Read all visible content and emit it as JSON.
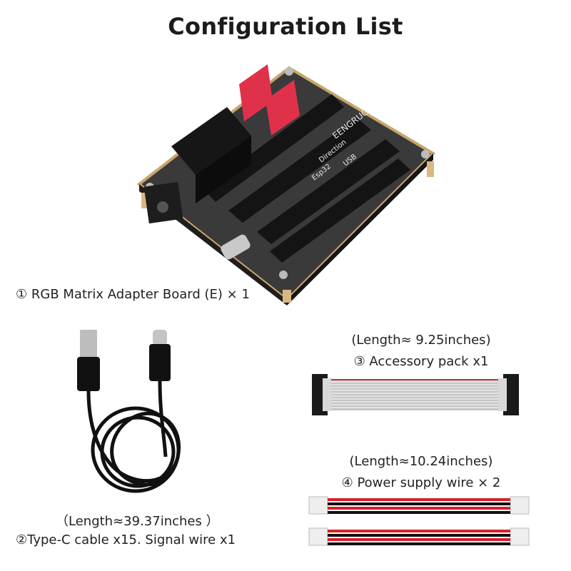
{
  "title": "Configuration List",
  "items": [
    {
      "caption": "① RGB Matrix Adapter Board (E) × 1"
    },
    {
      "length": "（Length≈39.37inches ）",
      "caption": "②Type-C cable x15. Signal wire x1"
    },
    {
      "length": "(Length≈ 9.25inches)",
      "caption": "③ Accessory pack x1"
    },
    {
      "length": "(Length≈10.24inches)",
      "caption": "④ Power supply wire × 2"
    }
  ],
  "board_text": [
    "EENGRUG",
    "Direction",
    "Esp32",
    "USB"
  ],
  "colors": {
    "board": "#2b2b2b",
    "connector_red": "#e0314b",
    "wire_red": "#d81f2a"
  }
}
